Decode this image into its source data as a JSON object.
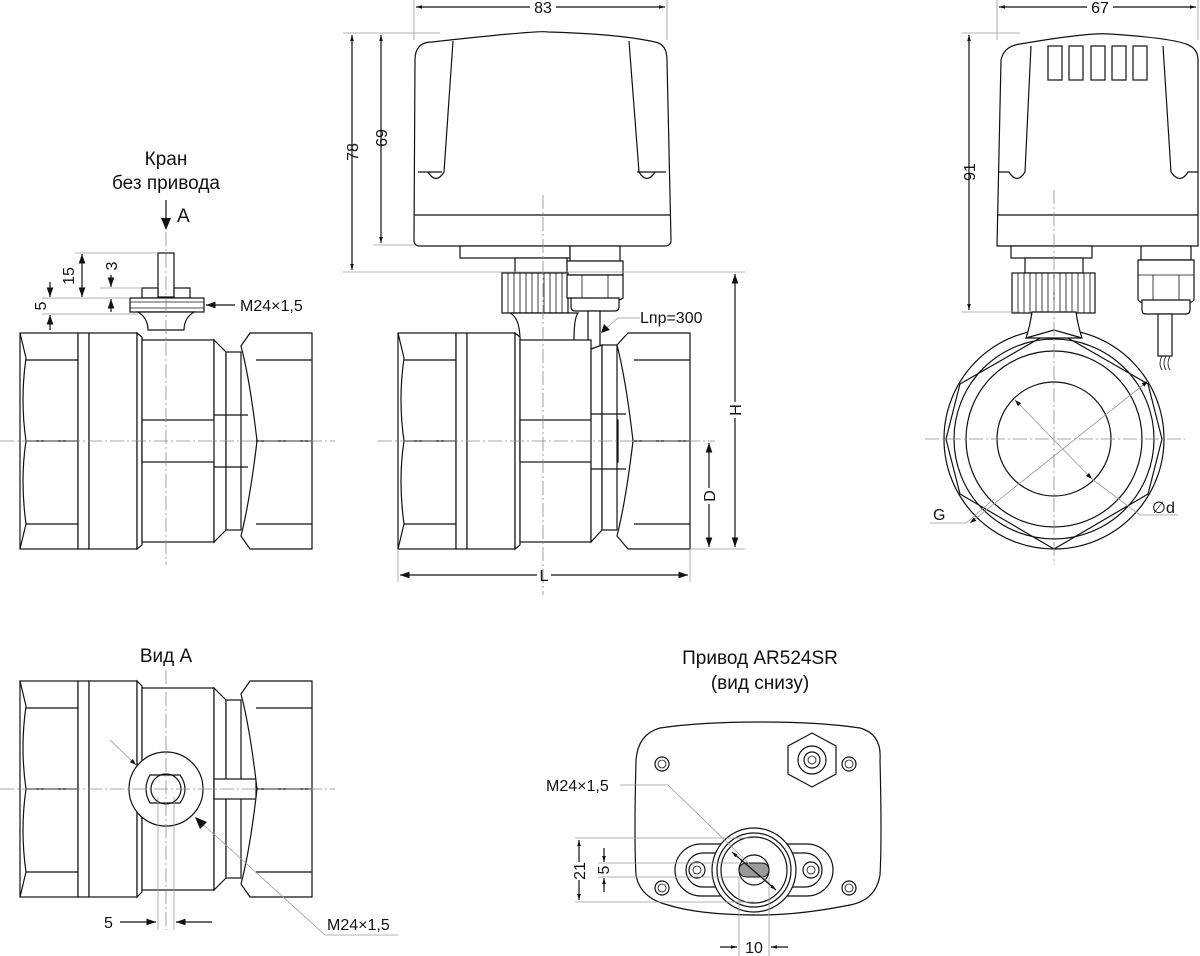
{
  "titles": {
    "valve_no_actuator_line1": "Кран",
    "valve_no_actuator_line2": "без привода",
    "view_a": "Вид А",
    "actuator_line1": "Привод AR524SR",
    "actuator_line2": "(вид снизу)",
    "view_arrow": "А"
  },
  "dimensions": {
    "stem_height": "15",
    "stem_flat": "3",
    "nut_height": "5",
    "thread_top": "M24×1,5",
    "actuator_width_front": "83",
    "actuator_height_total": "78",
    "actuator_height_body": "69",
    "cable_length": "Lпр=300",
    "height_H": "H",
    "dn_D": "D",
    "length_L": "L",
    "actuator_width_side": "67",
    "actuator_height_side": "91",
    "thread_G": "G",
    "bore_d": "∅d",
    "stem_width_view_a": "5",
    "thread_view_a": "M24×1,5",
    "thread_bottom": "M24×1,5",
    "mount_height": "21",
    "slot_height": "5",
    "slot_width": "10"
  }
}
